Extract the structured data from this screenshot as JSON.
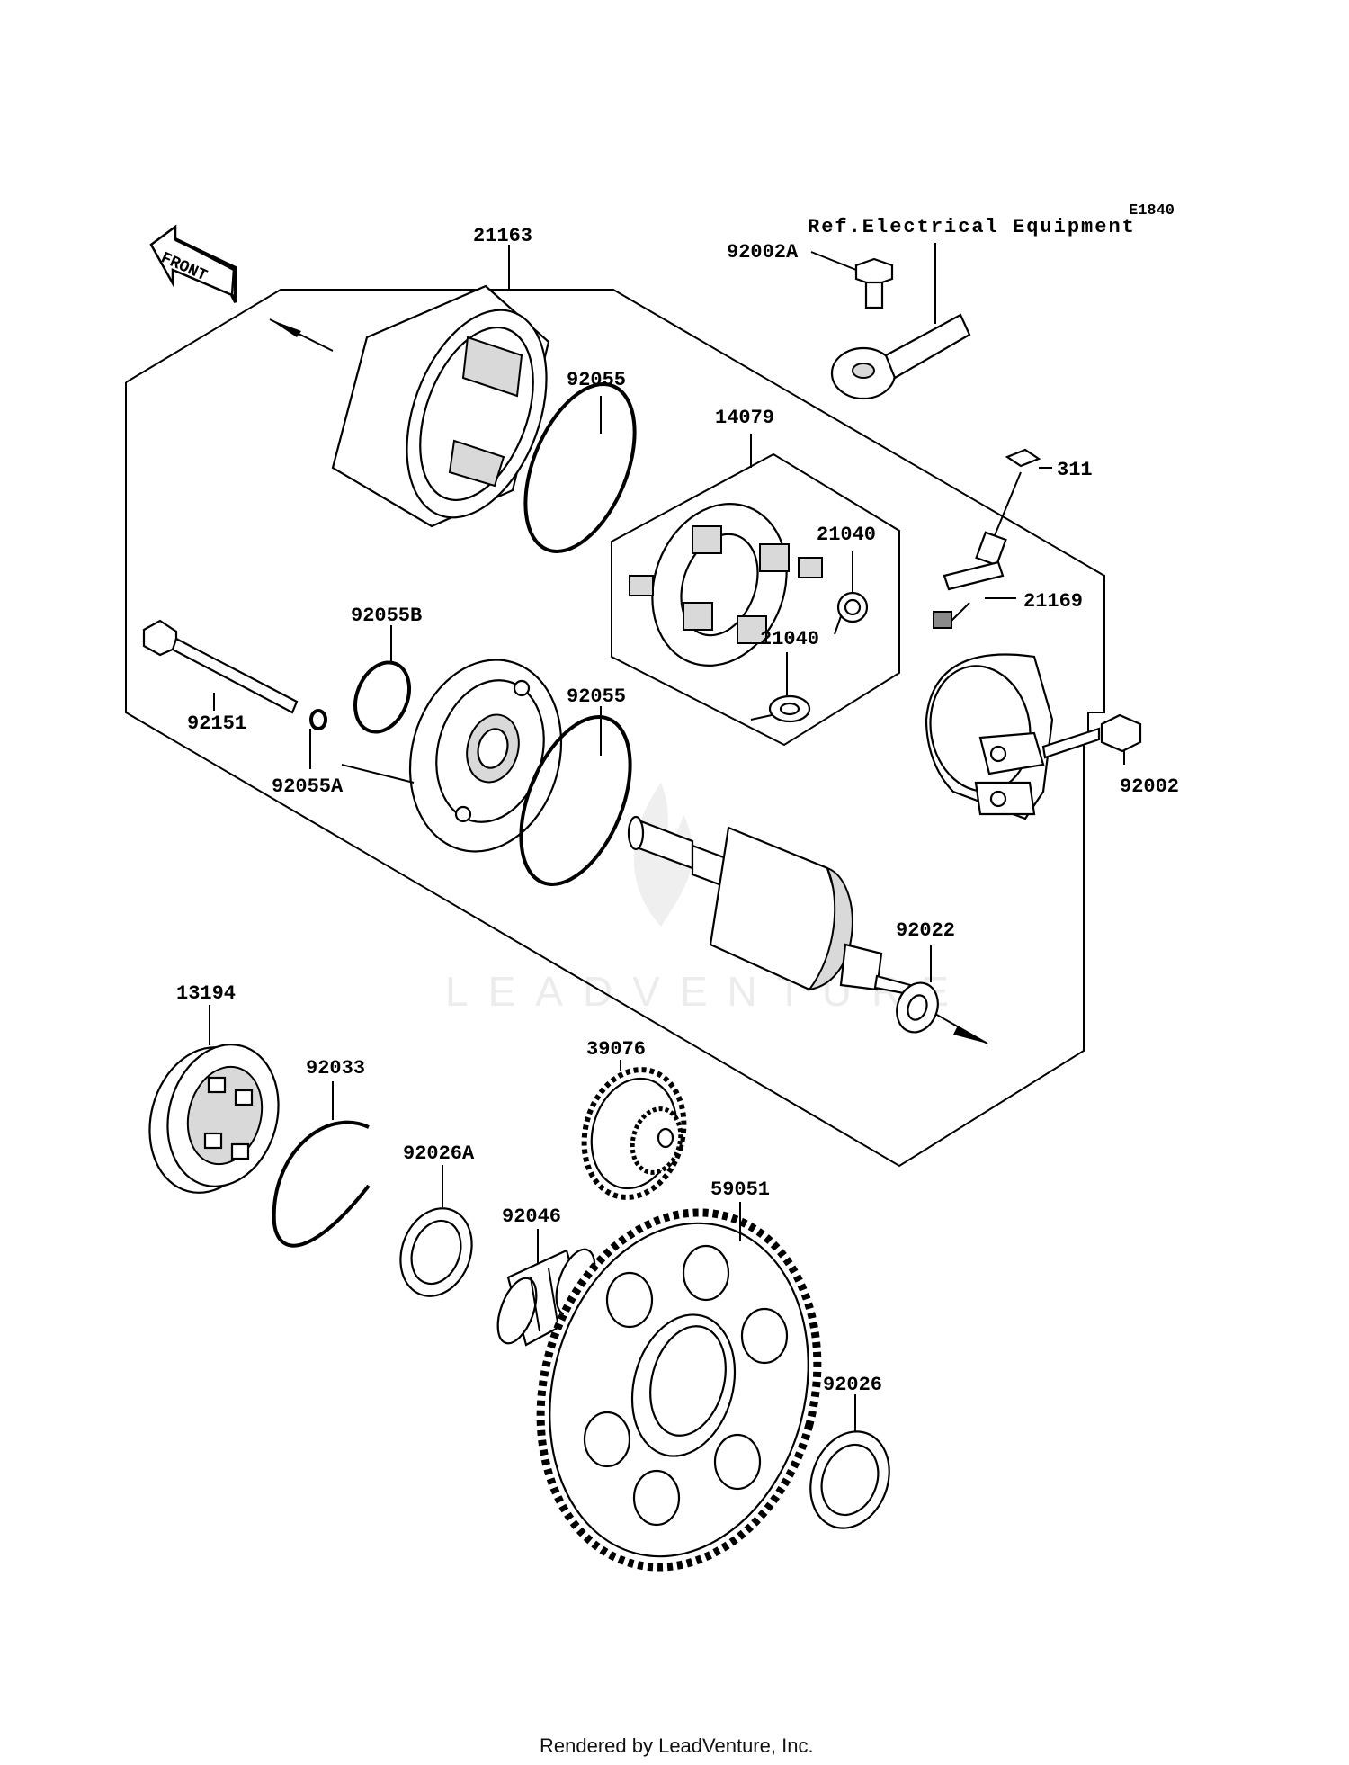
{
  "diagram_code": "E1840",
  "reference_note": "Ref.Electrical Equipment",
  "front_badge": "FRONT",
  "watermark": "LEADVENTURE",
  "footer": "Rendered by LeadVenture, Inc.",
  "parts": {
    "p21163": "21163",
    "p92055_upper": "92055",
    "p14079": "14079",
    "p92002A": "92002A",
    "p311": "311",
    "p21040_upper": "21040",
    "p21040_lower": "21040",
    "p21169": "21169",
    "p92055B": "92055B",
    "p92151": "92151",
    "p92055A": "92055A",
    "p92055_lower": "92055",
    "p92002": "92002",
    "p92022": "92022",
    "p13194": "13194",
    "p92033": "92033",
    "p39076": "39076",
    "p92026A": "92026A",
    "p92046": "92046",
    "p59051": "59051",
    "p92026": "92026"
  }
}
